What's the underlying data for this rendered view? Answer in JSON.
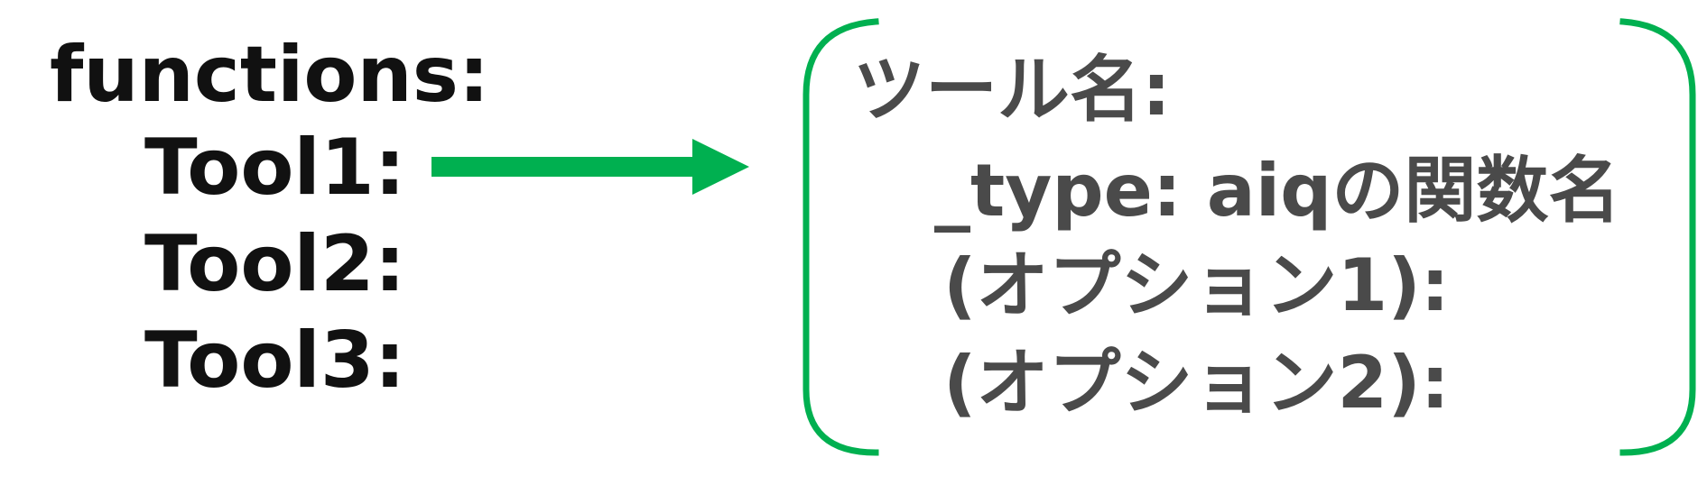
{
  "left": {
    "heading": "functions:",
    "tools": [
      "Tool1:",
      "Tool2:",
      "Tool3:"
    ]
  },
  "right": {
    "lines": [
      "ツール名:",
      "_type: aiqの関数名",
      "(オプション1):",
      "(オプション2):"
    ]
  },
  "colors": {
    "accent": "#00b050",
    "left_text": "#111111",
    "right_text": "#4a4a4a"
  }
}
